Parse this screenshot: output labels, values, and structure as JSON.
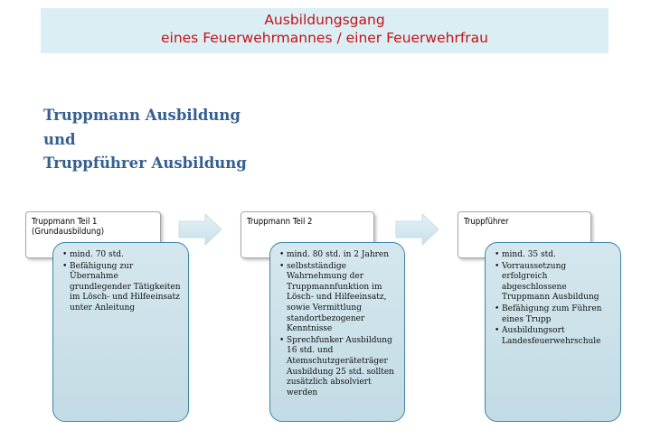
{
  "banner": {
    "line1": "Ausbildungsgang",
    "line2": "eines Feuerwehrmannes / einer Feuerwehrfrau"
  },
  "heading": {
    "line1": "Truppmann Ausbildung",
    "line2": "und",
    "line3": "Truppführer Ausbildung"
  },
  "stages": [
    {
      "title": "Truppmann Teil 1",
      "subtitle": "(Grundausbildung)",
      "items": [
        "mind. 70 std.",
        "Befähigung zur Übernahme grundlegender Tätigkeiten im Lösch- und Hilfeeinsatz unter Anleitung"
      ]
    },
    {
      "title": "Truppmann Teil 2",
      "subtitle": "",
      "items": [
        "mind. 80 std. in 2 Jahren",
        "selbstständige Wahrnehmung der Truppmannfunktion im Lösch- und Hilfeeinsatz, sowie Vermittlung standortbezogener Kenntnisse",
        "Sprechfunker Ausbildung 16 std. und Atemschutzgeräteträger Ausbildung 25 std. sollten zusätzlich absolviert werden"
      ]
    },
    {
      "title": "Truppführer",
      "subtitle": "",
      "items": [
        "mind. 35 std.",
        "Vorraussetzung erfolgreich abgeschlossene Truppmann Ausbildung",
        "Befähigung zum Führen eines Trupp",
        "Ausbildungsort Landesfeuerwehrschule"
      ]
    }
  ],
  "colors": {
    "banner_bg": "#dbeef3",
    "banner_text": "#c0141a",
    "heading_text": "#365f91",
    "detail_fill": "#c9dfe8",
    "detail_border": "#3d85a6",
    "arrow_fill": "#d6e9f0"
  }
}
